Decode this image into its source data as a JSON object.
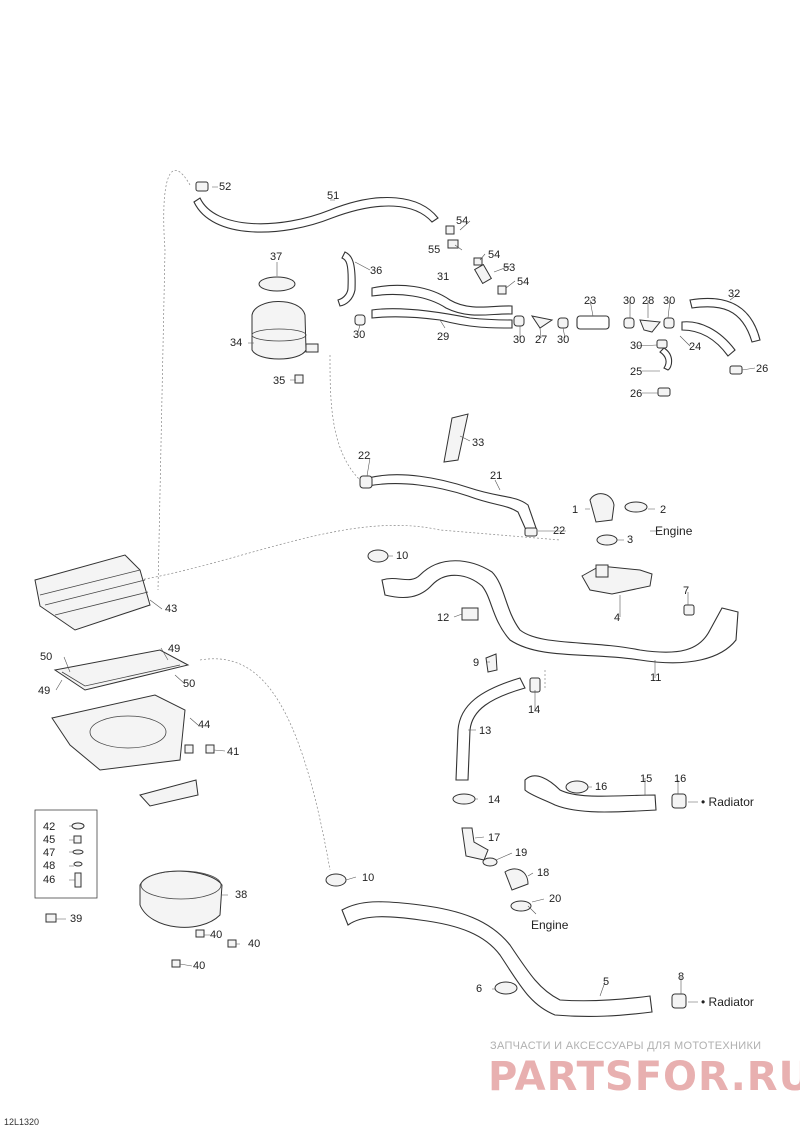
{
  "diagram": {
    "reference_code": "12L1320",
    "connections": {
      "engine_a": "Engine",
      "engine_b": "Engine",
      "radiator_a": "Radiator",
      "radiator_b": "Radiator"
    },
    "callouts": {
      "c1": "1",
      "c2": "2",
      "c3": "3",
      "c4": "4",
      "c5": "5",
      "c6": "6",
      "c7": "7",
      "c8": "8",
      "c9": "9",
      "c10a": "10",
      "c10b": "10",
      "c11": "11",
      "c12": "12",
      "c13": "13",
      "c14a": "14",
      "c14b": "14",
      "c15": "15",
      "c16a": "16",
      "c16b": "16",
      "c17": "17",
      "c18": "18",
      "c19": "19",
      "c20": "20",
      "c21": "21",
      "c22a": "22",
      "c22b": "22",
      "c23": "23",
      "c24": "24",
      "c25": "25",
      "c26a": "26",
      "c26b": "26",
      "c27": "27",
      "c28": "28",
      "c29": "29",
      "c30a": "30",
      "c30b": "30",
      "c30c": "30",
      "c30d": "30",
      "c30e": "30",
      "c30f": "30",
      "c31": "31",
      "c32": "32",
      "c33": "33",
      "c34": "34",
      "c35": "35",
      "c36": "36",
      "c37": "37",
      "c38": "38",
      "c39": "39",
      "c40a": "40",
      "c40b": "40",
      "c40c": "40",
      "c41": "41",
      "c42": "42",
      "c43": "43",
      "c44": "44",
      "c45": "45",
      "c46": "46",
      "c47": "47",
      "c48": "48",
      "c49a": "49",
      "c49b": "49",
      "c50a": "50",
      "c50b": "50",
      "c51": "51",
      "c52": "52",
      "c53": "53",
      "c54a": "54",
      "c54b": "54",
      "c54c": "54",
      "c55": "55"
    }
  },
  "watermark": {
    "caption": "ЗАПЧАСТИ И АКСЕССУАРЫ ДЛЯ МОТОТЕХНИКИ",
    "logo": "PARTSFOR.RU"
  }
}
